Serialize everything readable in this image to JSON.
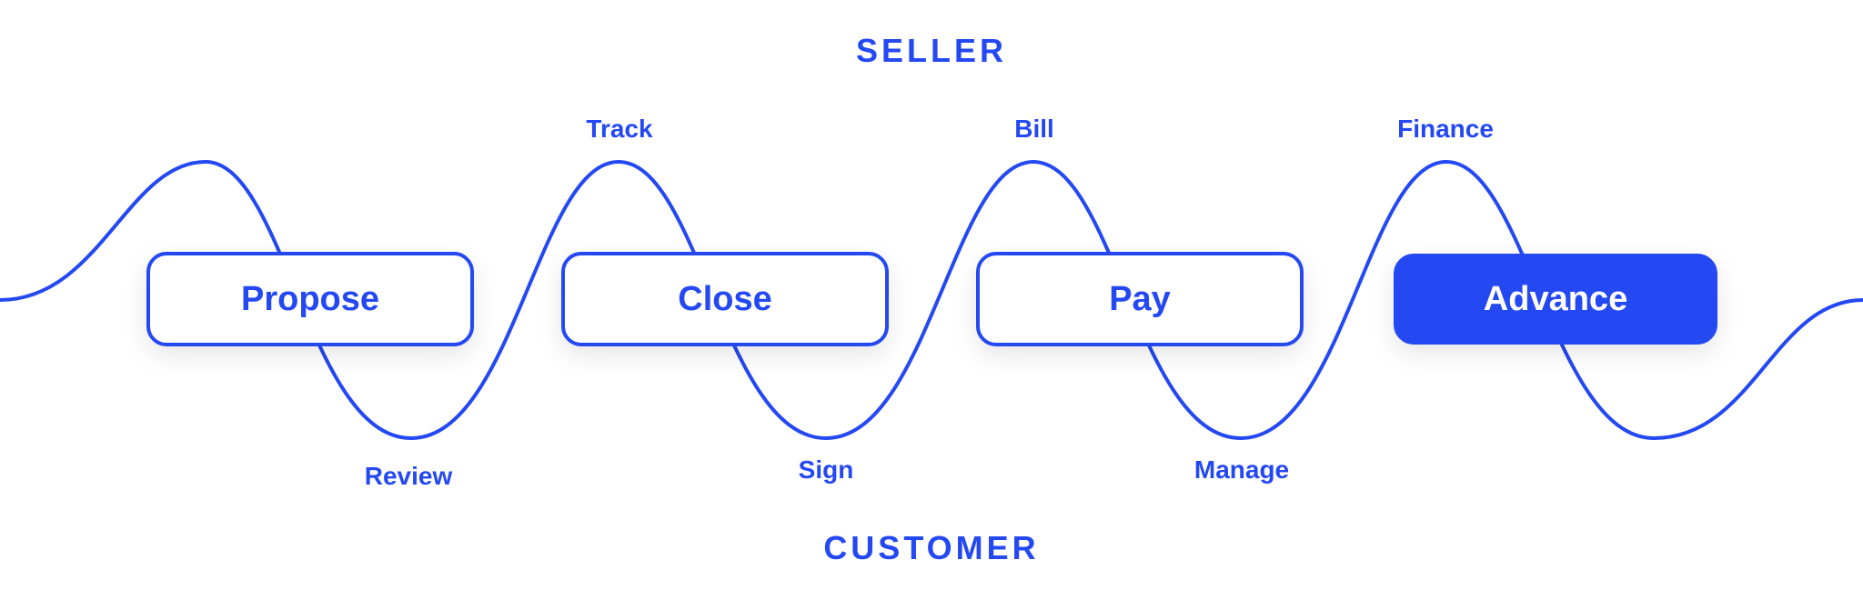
{
  "lanes": {
    "top": "SELLER",
    "bottom": "CUSTOMER"
  },
  "stages": [
    {
      "label": "Propose",
      "active": false
    },
    {
      "label": "Close",
      "active": false
    },
    {
      "label": "Pay",
      "active": false
    },
    {
      "label": "Advance",
      "active": true
    }
  ],
  "seller_steps": [
    "Track",
    "Bill",
    "Finance"
  ],
  "customer_steps": [
    "Review",
    "Sign",
    "Manage"
  ],
  "colors": {
    "accent": "#2448f2",
    "background": "#ffffff"
  }
}
